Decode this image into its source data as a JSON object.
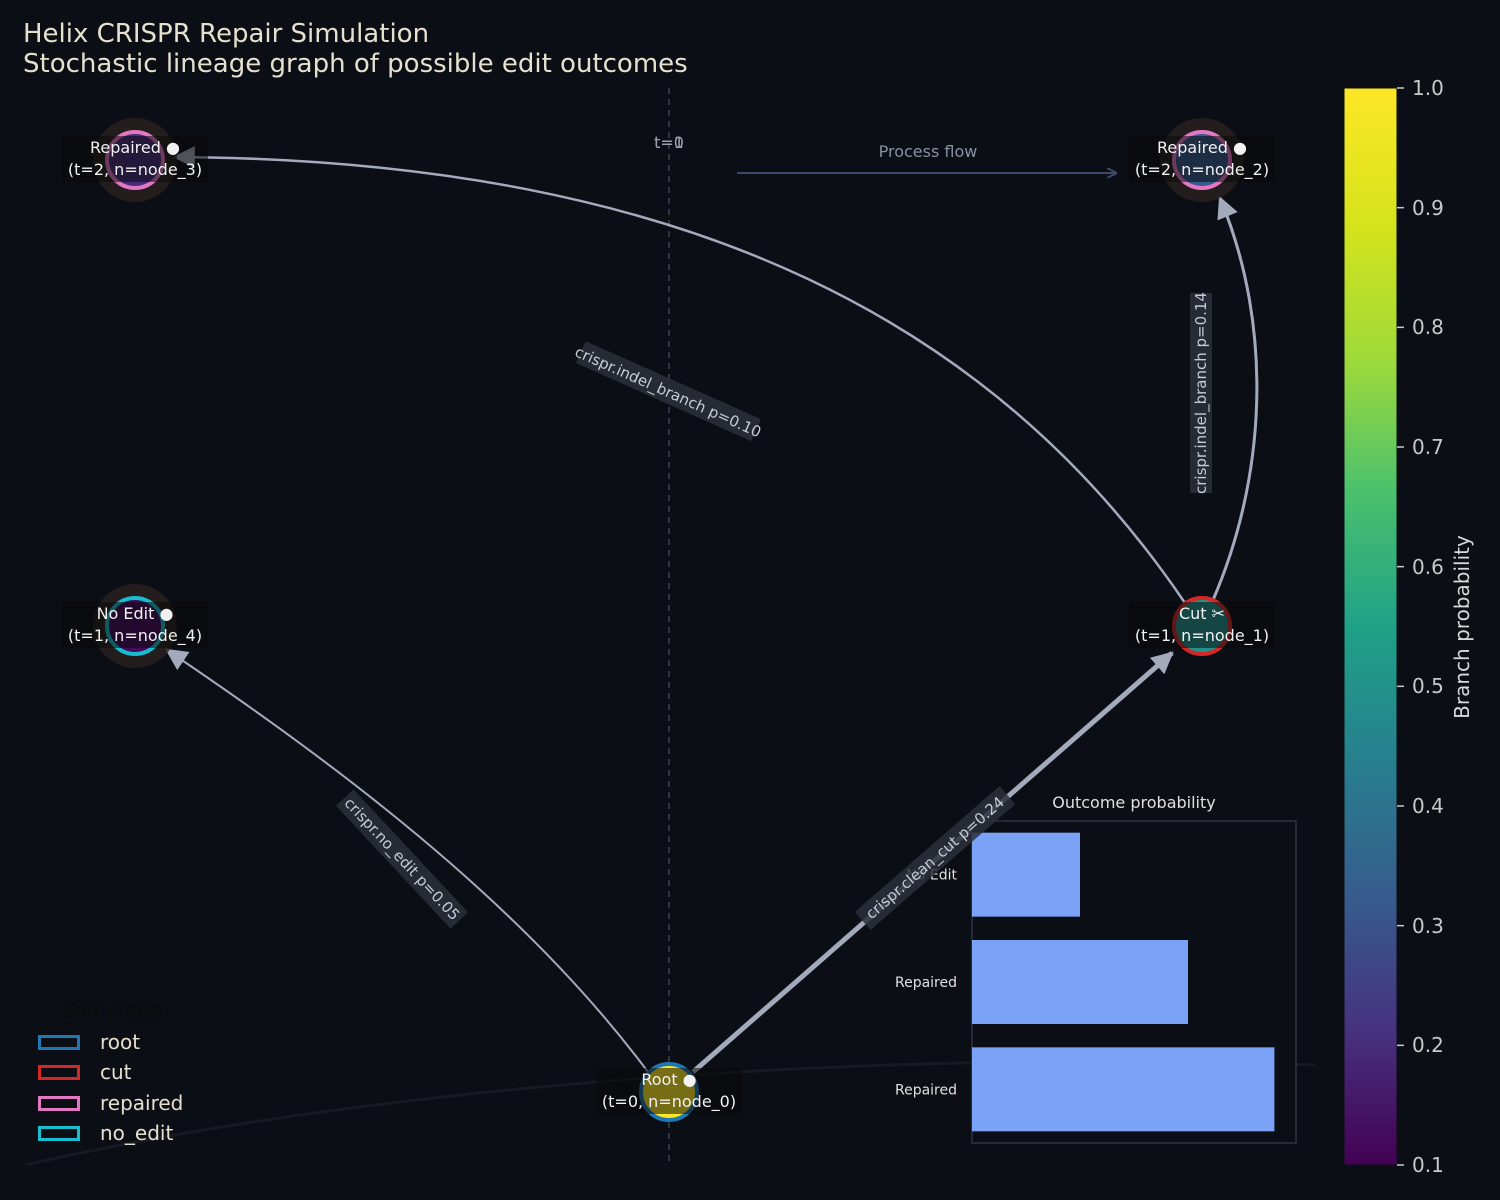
{
  "title": "Helix CRISPR Repair Simulation",
  "subtitle": "Stochastic lineage graph of possible edit outcomes",
  "time_axis_label": "t=0",
  "time_axis_label_overlap": "t=1",
  "process_flow_label": "Process flow",
  "colors": {
    "background": "#0b0e14",
    "edge": "#a3aabb",
    "edge_label_bg": "#2a2f3a",
    "node_label_bg": "#0a0a0a",
    "bar": "#7aa2f7",
    "stage_root": "#1f77b4",
    "stage_cut": "#d62728",
    "stage_repaired": "#e377c2",
    "stage_no_edit": "#17becf"
  },
  "nodes": [
    {
      "id": "node_0",
      "label": "Root ●",
      "sublabel": "(t=0, n=node_0)",
      "stage": "root",
      "probability": 1.0
    },
    {
      "id": "node_1",
      "label": "Cut ✂",
      "sublabel": "(t=1, n=node_1)",
      "stage": "cut",
      "probability": 0.5
    },
    {
      "id": "node_2",
      "label": "Repaired ●",
      "sublabel": "(t=2, n=node_2)",
      "stage": "repaired",
      "probability": 0.32
    },
    {
      "id": "node_3",
      "label": "Repaired ●",
      "sublabel": "(t=2, n=node_3)",
      "stage": "repaired",
      "probability": 0.2
    },
    {
      "id": "node_4",
      "label": "No Edit ●",
      "sublabel": "(t=1, n=node_4)",
      "stage": "no_edit",
      "probability": 0.12
    }
  ],
  "edges": [
    {
      "from": "node_0",
      "to": "node_1",
      "label": "crispr.clean_cut p=0.24"
    },
    {
      "from": "node_0",
      "to": "node_4",
      "label": "crispr.no_edit p=0.05"
    },
    {
      "from": "node_1",
      "to": "node_2",
      "label": "crispr.indel_branch p=0.14"
    },
    {
      "from": "node_1",
      "to": "node_3",
      "label": "crispr.indel_branch p=0.10"
    }
  ],
  "legend": {
    "title": "Edit stage",
    "items": [
      {
        "label": "root",
        "color": "#1f77b4"
      },
      {
        "label": "cut",
        "color": "#d62728"
      },
      {
        "label": "repaired",
        "color": "#e377c2"
      },
      {
        "label": "no_edit",
        "color": "#17becf"
      }
    ]
  },
  "colorbar": {
    "label": "Branch probability",
    "ticks": [
      "0.1",
      "0.2",
      "0.3",
      "0.4",
      "0.5",
      "0.6",
      "0.7",
      "0.8",
      "0.9",
      "1.0"
    ],
    "range": [
      0.1,
      1.0
    ],
    "colormap": "viridis"
  },
  "chart_data": {
    "type": "bar",
    "orientation": "horizontal",
    "title": "Outcome probability",
    "categories": [
      "No Edit",
      "Repaired",
      "Repaired"
    ],
    "values": [
      0.05,
      0.1,
      0.14
    ],
    "xlim": [
      0,
      0.15
    ]
  }
}
